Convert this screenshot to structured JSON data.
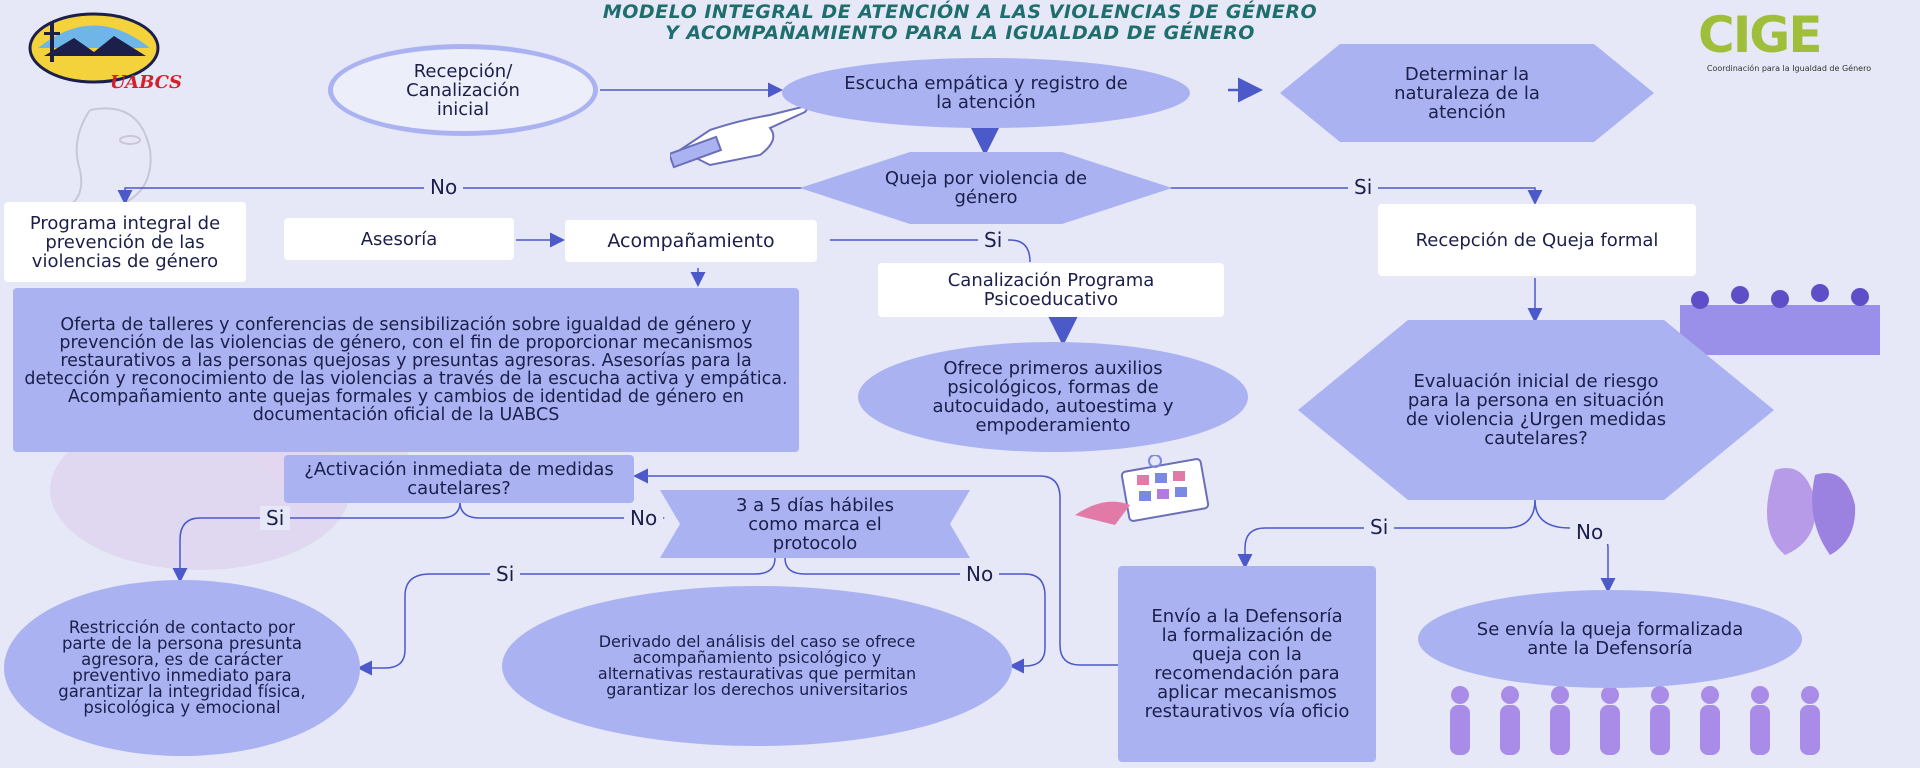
{
  "title": {
    "line1": "MODELO INTEGRAL DE ATENCIÓN A LAS VIOLENCIAS DE GÉNERO",
    "line2": "Y ACOMPAÑAMIENTO PARA LA IGUALDAD DE GÉNERO"
  },
  "logos": {
    "left_text": "UABCS",
    "right_text": "CIGE",
    "right_sub": "Coordinación para la Igualdad de Género"
  },
  "nodes": {
    "recepcion": "Recepción/ Canalización inicial",
    "escucha": "Escucha empática y registro de la atención",
    "determinar": "Determinar la naturaleza de la atención",
    "queja": "Quejа por violencia de género",
    "programa": "Programa integral de prevención de las violencias de género",
    "asesoria": "Asesoría",
    "acompanamiento": "Acompañamiento",
    "canalizacion": "Canalización Programa Psicoeducativo",
    "recepcion_queja": "Recepción de Queja formal",
    "oferta": "Oferta de talleres y conferencias de sensibilización sobre igualdad de género y prevención de las violencias de género, con el fin de proporcionar mecanismos restaurativos a las personas quejosas y presuntas agresoras. Asesorías para la detección y reconocimiento de las violencias a través de la escucha activa y empática. Acompañamiento ante quejas formales y cambios de identidad de género en documentación oficial de la UABCS",
    "ofrece": "Ofrece primeros auxilios psicológicos, formas de autocuidado, autoestima y empoderamiento",
    "evaluacion": "Evaluación inicial de riesgo para la persona en situación de violencia ¿Urgen medidas cautelares?",
    "activacion": "¿Activación inmediata de medidas cautelares?",
    "dias": "3 a 5 días hábiles como marca el protocolo",
    "restriccion": "Restricción de contacto por parte de la persona presunta agresora, es de carácter preventivo inmediato para garantizar la integridad física, psicológica y emocional",
    "derivado": "Derivado del análisis del caso se ofrece acompañamiento psicológico y alternativas restaurativas que permitan garantizar los derechos universitarios",
    "envio": "Envío a la Defensoría la formalización de queja con la recomendación para aplicar mecanismos restaurativos vía oficio",
    "se_envia": "Se envía la queja formalizada ante la Defensoría"
  },
  "labels": {
    "no_queja": "No",
    "si_queja": "Si",
    "si_acomp": "Si",
    "si_activ": "Si",
    "no_activ": "No",
    "si_dias": "Si",
    "no_dias": "No",
    "si_eval": "Si",
    "no_eval": "No"
  },
  "colors": {
    "background": "#e6e8f7",
    "node_fill": "#aab2f2",
    "arrow": "#4b59c9",
    "title": "#1f6e6e"
  }
}
